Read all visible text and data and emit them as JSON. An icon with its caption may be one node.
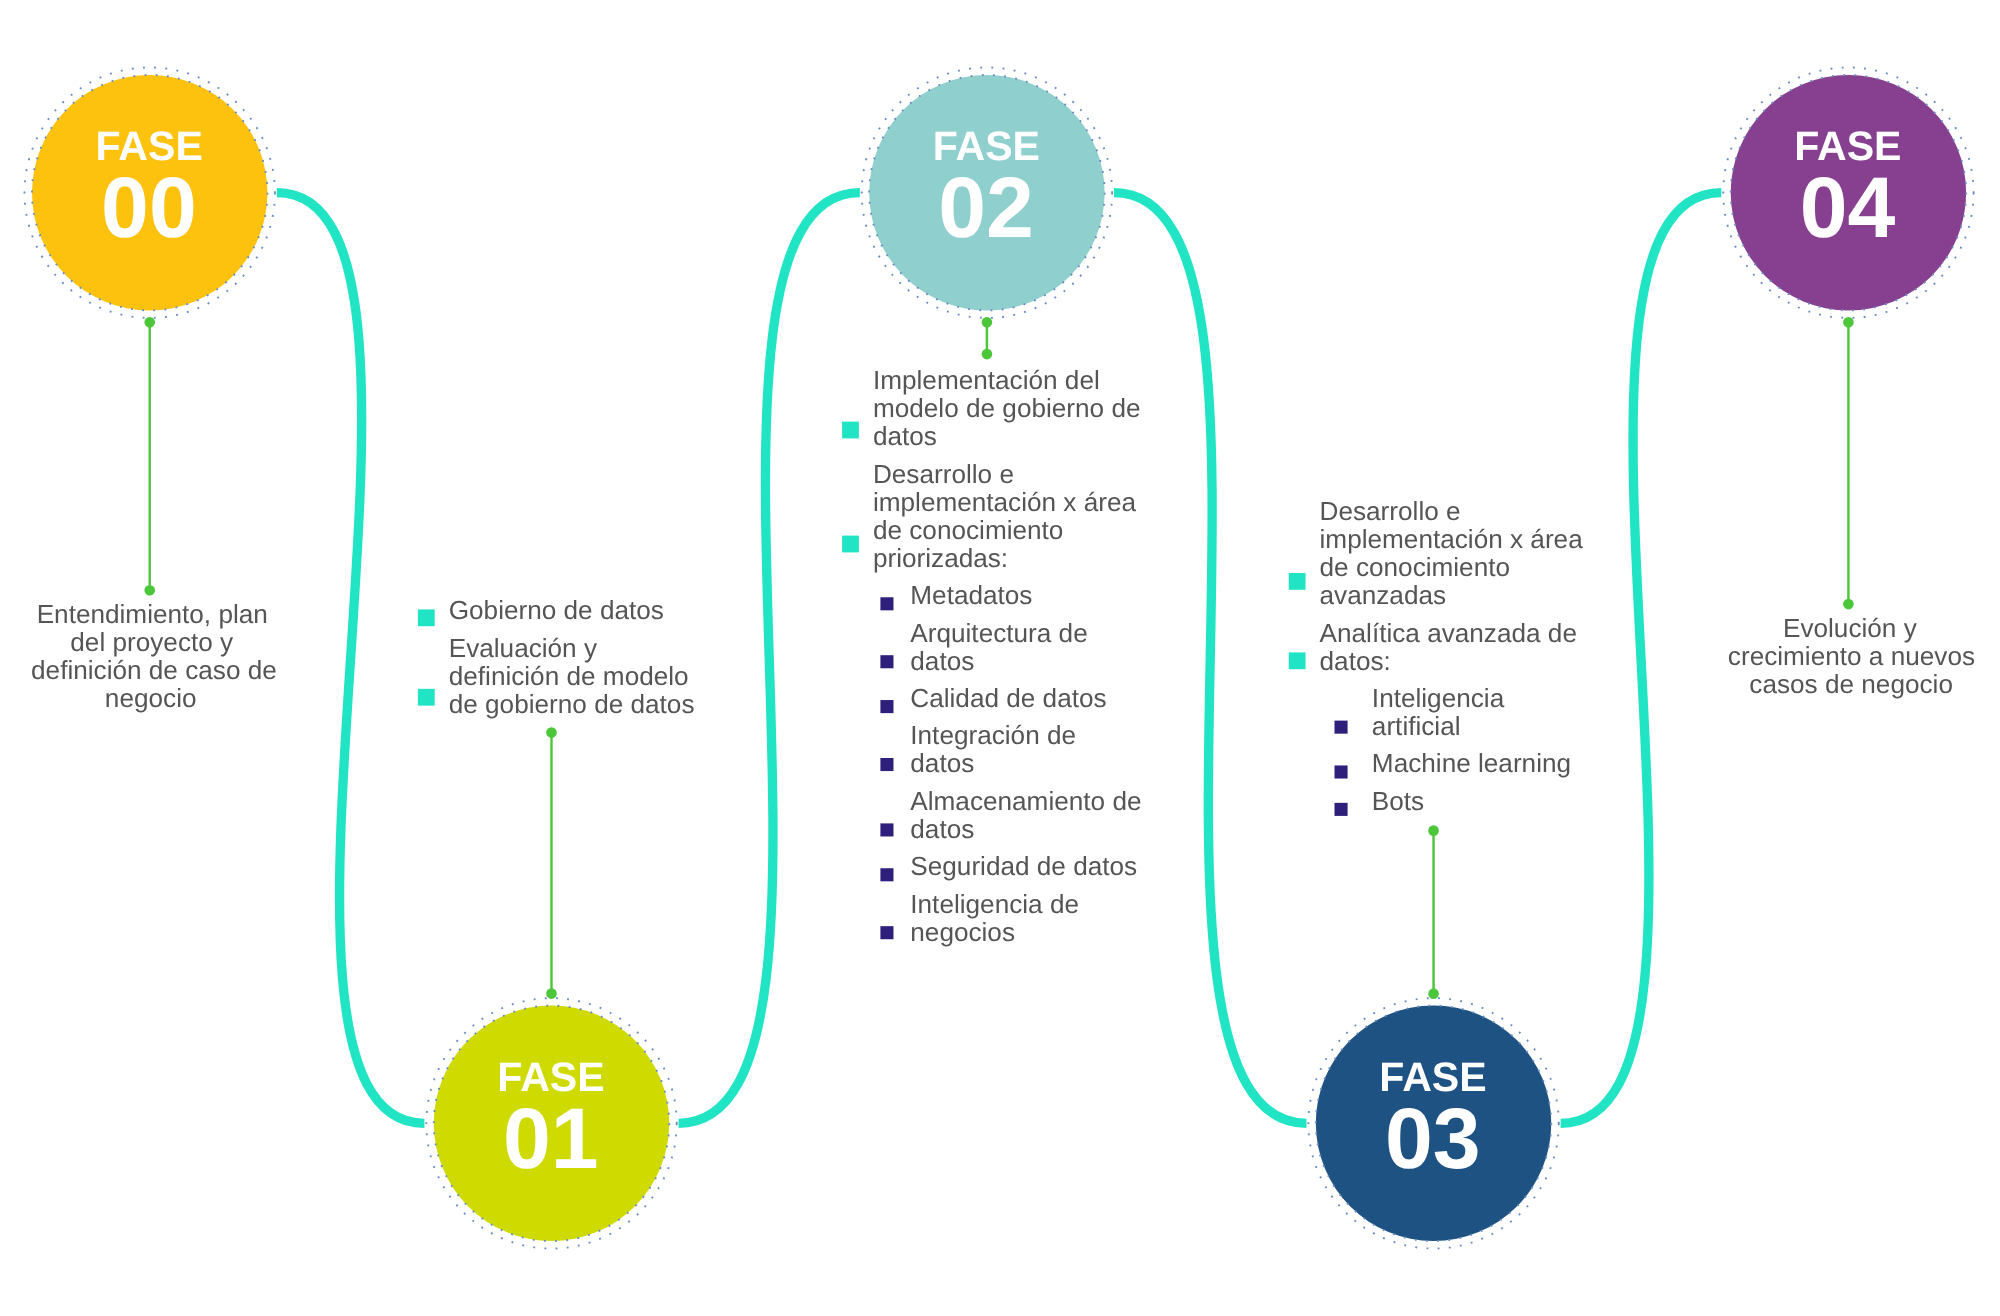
{
  "diagram": {
    "nodes": [
      {
        "text": [
          "FASE",
          "00"
        ]
      },
      {
        "text": [
          "Entendimiento, plan del proyecto y definición de caso de negocio"
        ]
      },
      {
        "text": [
          "FASE",
          "01"
        ]
      },
      {
        "text": [
          "Gobierno de datos",
          "Evaluación y definición de modelo de gobierno de datos"
        ]
      },
      {
        "text": [
          "FASE",
          "02"
        ]
      },
      {
        "text": [
          "Implementación del modelo de gobierno de datos",
          "Desarrollo e implementación x área de conocimiento priorizadas:",
          "Metadatos",
          "Arquitectura de datos",
          "Calidad de datos",
          "Integración de datos",
          "Almacenamiento de datos",
          "Seguridad de datos",
          "Inteligencia de negocios"
        ]
      },
      {
        "text": [
          "FASE",
          "03"
        ]
      },
      {
        "text": [
          "Desarrollo e implementación x área de conocimiento avanzadas",
          "Analítica avanzada de datos:",
          "Inteligencia artificial",
          "Machine learning",
          "Bots"
        ]
      },
      {
        "text": [
          "FASE",
          "04"
        ]
      },
      {
        "text": [
          "Evolución y crecimiento a nuevos casos de negocio"
        ]
      }
    ],
    "edges": [
      {
        "from": 0,
        "to": 1,
        "arrow": "other"
      },
      {
        "from": 0,
        "to": 2,
        "arrow": "none",
        "style": "thick",
        "color": "#21e4c5"
      },
      {
        "from": 3,
        "to": 2,
        "arrow": "other"
      },
      {
        "from": 2,
        "to": 4,
        "arrow": "none",
        "style": "thick",
        "color": "#21e4c5"
      },
      {
        "from": 4,
        "to": 5,
        "arrow": "other"
      },
      {
        "from": 4,
        "to": 6,
        "arrow": "none",
        "style": "thick",
        "color": "#21e4c5"
      },
      {
        "from": 7,
        "to": 6,
        "arrow": "other"
      },
      {
        "from": 6,
        "to": 8,
        "arrow": "none",
        "style": "thick",
        "color": "#21e4c5"
      },
      {
        "from": 8,
        "to": 9,
        "arrow": "other"
      }
    ]
  }
}
